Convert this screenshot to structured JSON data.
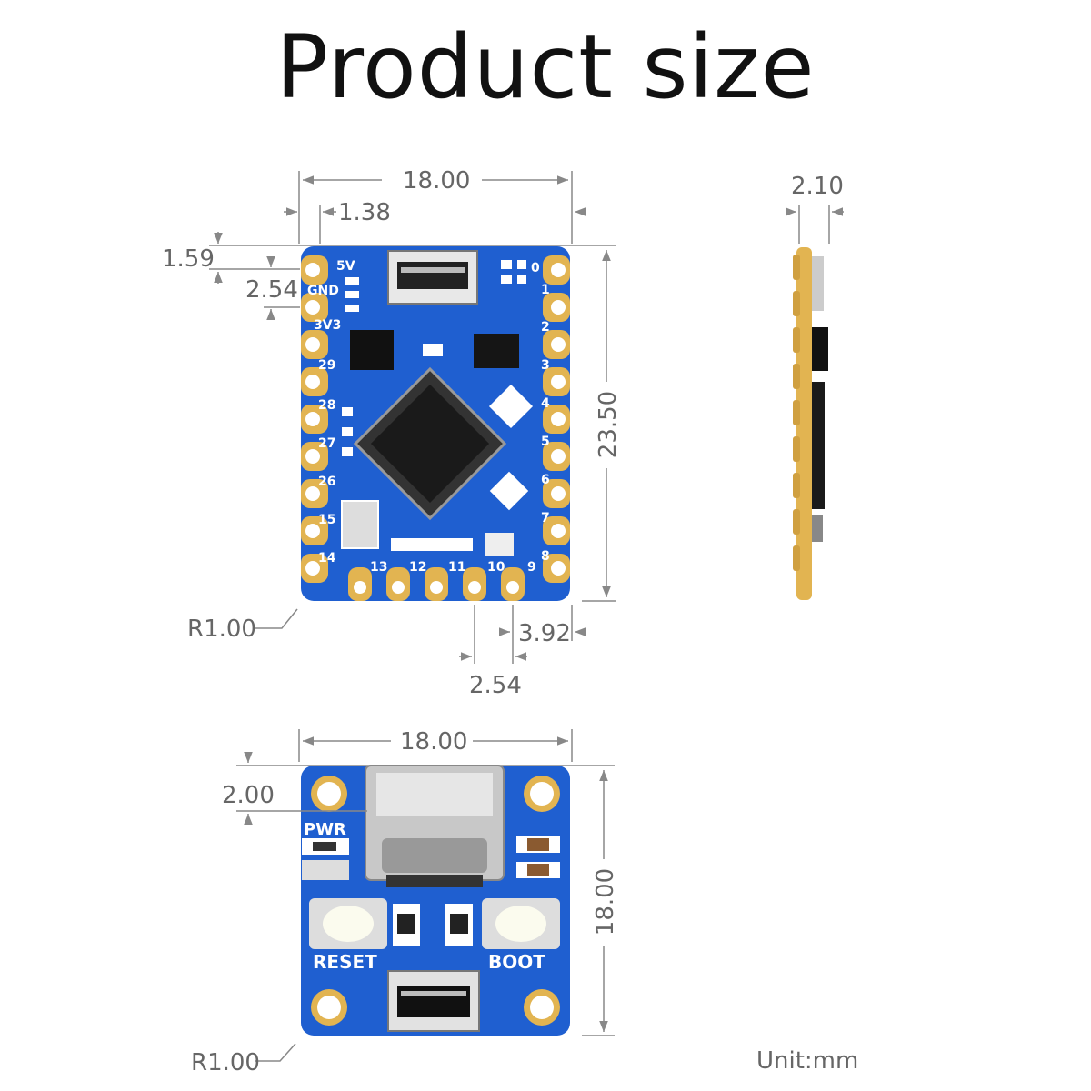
{
  "title": "Product size",
  "unit": "Unit:mm",
  "front": {
    "width": "18.00",
    "height": "23.50",
    "edge_offset_x": "1.38",
    "edge_offset_y": "1.59",
    "pitch_left": "2.54",
    "pitch_bottom": "2.54",
    "corner_pin": "3.92",
    "radius": "R1.00",
    "left_labels": [
      "5V",
      "GND",
      "3V3",
      "29",
      "28",
      "27",
      "26",
      "15",
      "14"
    ],
    "right_labels": [
      "0",
      "1",
      "2",
      "3",
      "4",
      "5",
      "6",
      "7",
      "8",
      "9"
    ],
    "bottom_labels": [
      "13",
      "12",
      "11",
      "10"
    ]
  },
  "side": {
    "thickness": "2.10"
  },
  "back": {
    "width": "18.00",
    "height": "18.00",
    "connector_offset": "2.00",
    "radius": "R1.00",
    "pwr_label": "PWR",
    "reset_label": "RESET",
    "boot_label": "BOOT"
  },
  "colors": {
    "pcb": "#1f5fd0",
    "gold": "#e2b451",
    "dim_line": "#888888"
  }
}
